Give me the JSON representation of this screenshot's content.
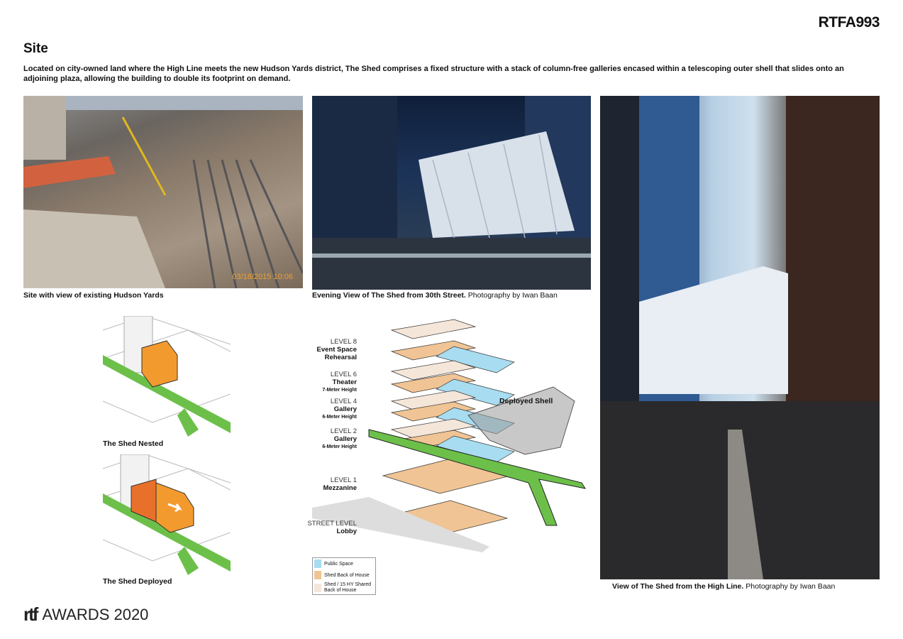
{
  "header": {
    "code": "RTFA993",
    "title": "Site",
    "description": "Located on city-owned land where the High Line meets the new Hudson Yards district, The Shed comprises a fixed structure with a stack of column-free galleries encased within a telescoping outer shell that slides onto an adjoining plaza, allowing the building to double its footprint on demand."
  },
  "photos": [
    {
      "caption": "Site with view of existing Hudson Yards",
      "credit": "",
      "timestamp": "03/18/2015 10:06"
    },
    {
      "caption": "Evening View of The Shed from 30th Street.",
      "credit": " Photography by Iwan Baan"
    },
    {
      "caption": "View of The Shed from the High Line.",
      "credit": " Photography by Iwan Baan"
    }
  ],
  "diagrams": {
    "nested": "The Shed Nested",
    "deployed": "The Shed Deployed"
  },
  "stack": {
    "levels": [
      {
        "level": "LEVEL 8",
        "name": "Event Space",
        "sub": "Rehearsal"
      },
      {
        "level": "LEVEL 6",
        "name": "Theater",
        "sub": "7-Meter Height"
      },
      {
        "level": "LEVEL 4",
        "name": "Gallery",
        "sub": "6-Meter Height"
      },
      {
        "level": "LEVEL 2",
        "name": "Gallery",
        "sub": "6-Meter Height"
      },
      {
        "level": "LEVEL 1",
        "name": "Mezzanine",
        "sub": ""
      },
      {
        "level": "STREET LEVEL",
        "name": "Lobby",
        "sub": ""
      }
    ],
    "deployed_label": "Deployed Shell",
    "legend": [
      {
        "label": "Public Space",
        "color": "#a8dcf0"
      },
      {
        "label": "Shed Back of House",
        "color": "#f0c494"
      },
      {
        "label": "Shed / 15 HY Shared Back of House",
        "color": "#f5e6da"
      }
    ]
  },
  "footer": {
    "logo_mark": "rtf",
    "awards": "AWARDS 2020"
  }
}
